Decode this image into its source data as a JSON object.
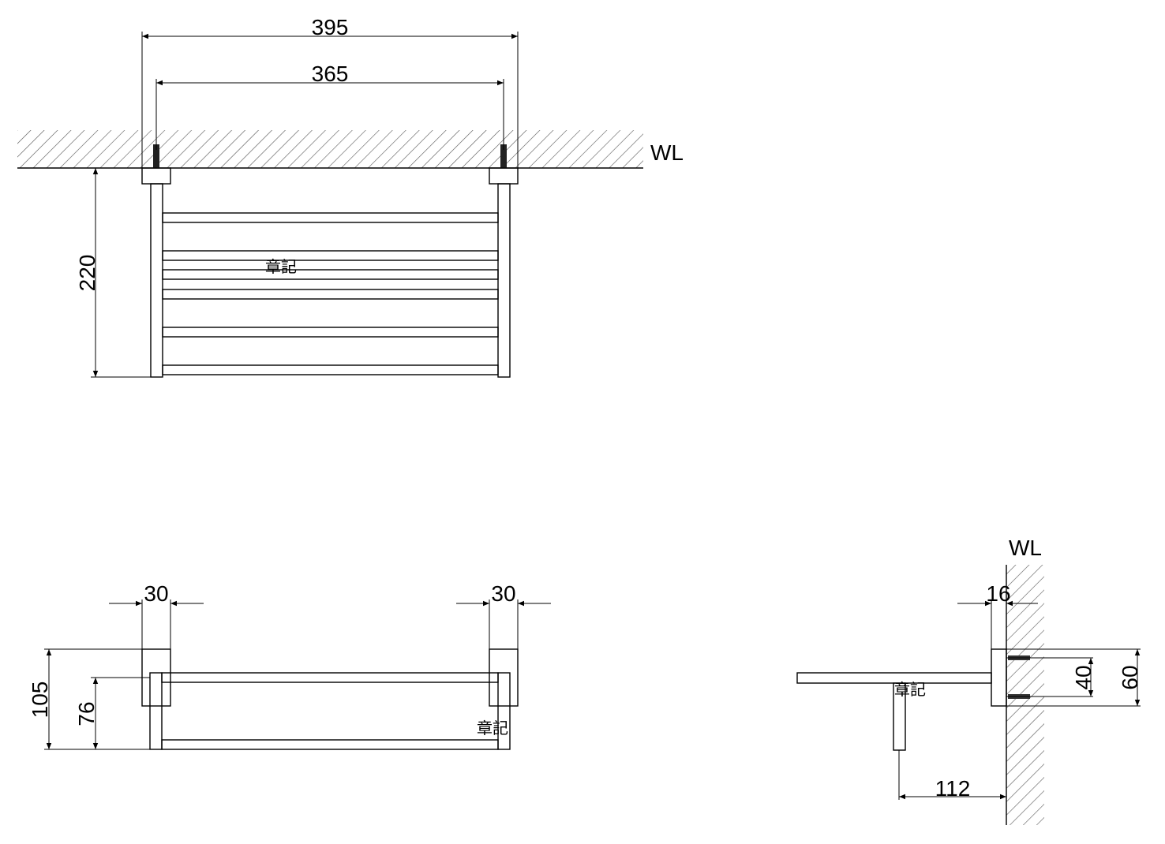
{
  "drawing": {
    "wall_label": "WL",
    "watermark": "章記",
    "top_view": {
      "overall_width": "395",
      "mount_spacing": "365",
      "depth": "220"
    },
    "front_view": {
      "bracket_width_left": "30",
      "bracket_width_right": "30",
      "total_height": "105",
      "rail_height": "76"
    },
    "side_view": {
      "bracket_thickness": "16",
      "screw_spacing": "40",
      "bracket_height": "60",
      "bar_offset": "112"
    }
  },
  "colors": {
    "line": "#000000",
    "background": "#ffffff"
  }
}
